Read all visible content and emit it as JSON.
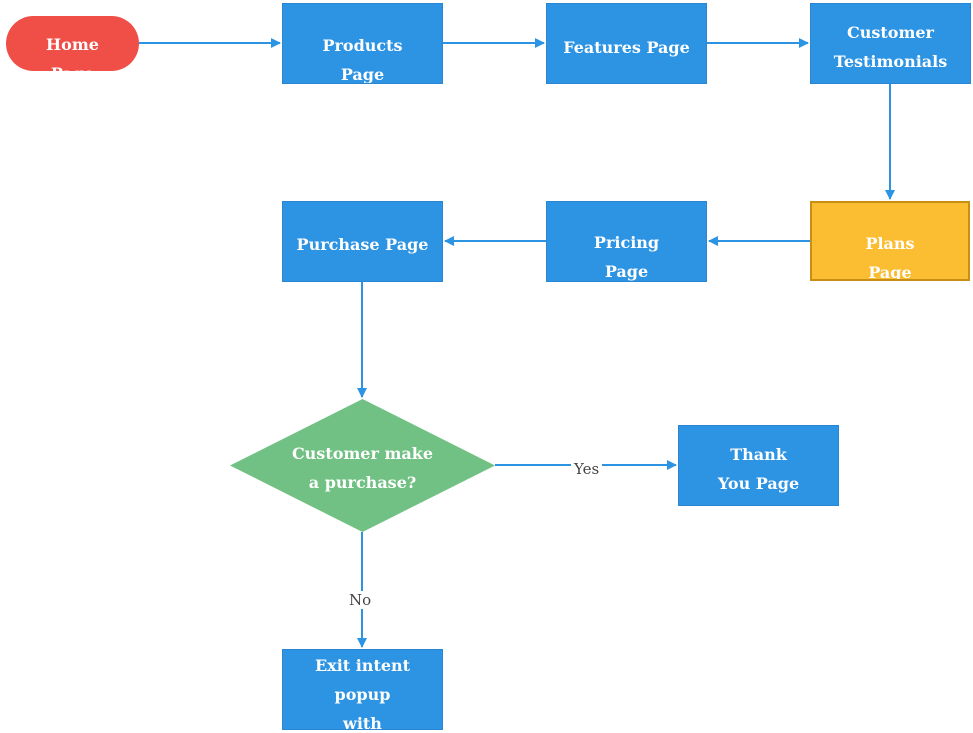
{
  "flowchart": {
    "nodes": {
      "home": {
        "label": "Home\nPage",
        "color": "#EF4F47"
      },
      "products": {
        "label": "Products\nPage"
      },
      "features": {
        "label": "Features  Page"
      },
      "testimonials": {
        "label": "Customer\nTestimonials"
      },
      "plans": {
        "label": "Plans\nPage",
        "color": "#FBBD32"
      },
      "pricing": {
        "label": "Pricing\nPage"
      },
      "purchase": {
        "label": "Purchase  Page"
      },
      "decision": {
        "label": "Customer  make\na purchase?",
        "color": "#72C184"
      },
      "thank_you": {
        "label": "Thank\nYou  Page"
      },
      "exit_popup": {
        "label": "Exit intent\npopup\nwith"
      }
    },
    "edge_labels": {
      "yes": "Yes",
      "no": "No"
    },
    "colors": {
      "process": "#2D93E3",
      "connector": "#2D93E3"
    }
  }
}
